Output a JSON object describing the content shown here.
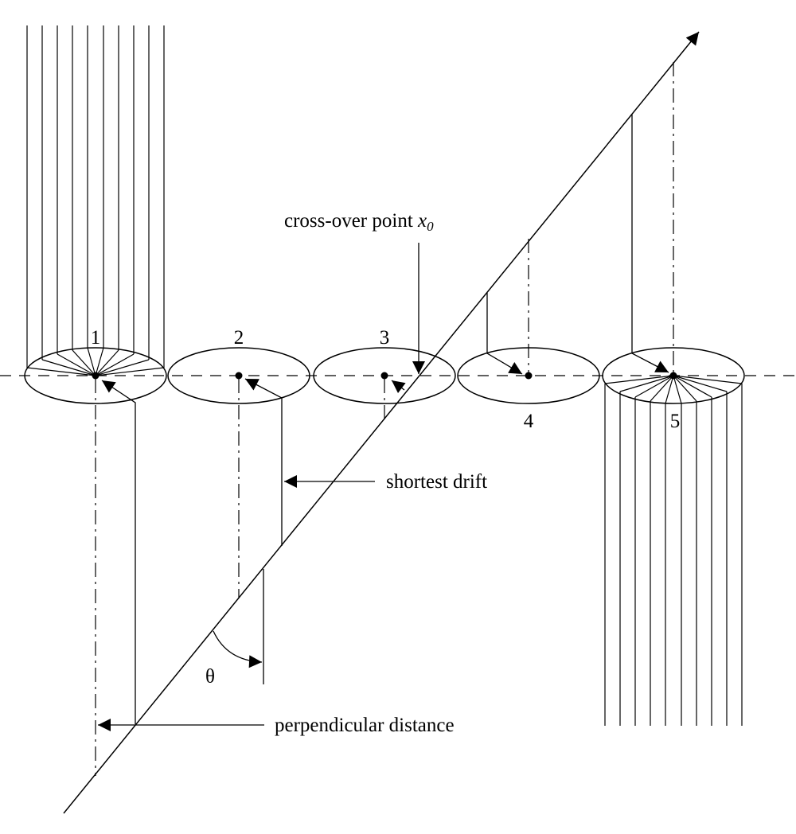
{
  "labels": {
    "cross_over_text": "cross-over point ",
    "cross_over_var": "x",
    "cross_over_sub": "0",
    "shortest_drift": "shortest drift",
    "perpendicular_distance": "perpendicular distance",
    "theta": "θ"
  },
  "cells": [
    {
      "number": "1"
    },
    {
      "number": "2"
    },
    {
      "number": "3"
    },
    {
      "number": "4"
    },
    {
      "number": "5"
    }
  ],
  "colors": {
    "line": "#000000",
    "background": "#ffffff"
  }
}
